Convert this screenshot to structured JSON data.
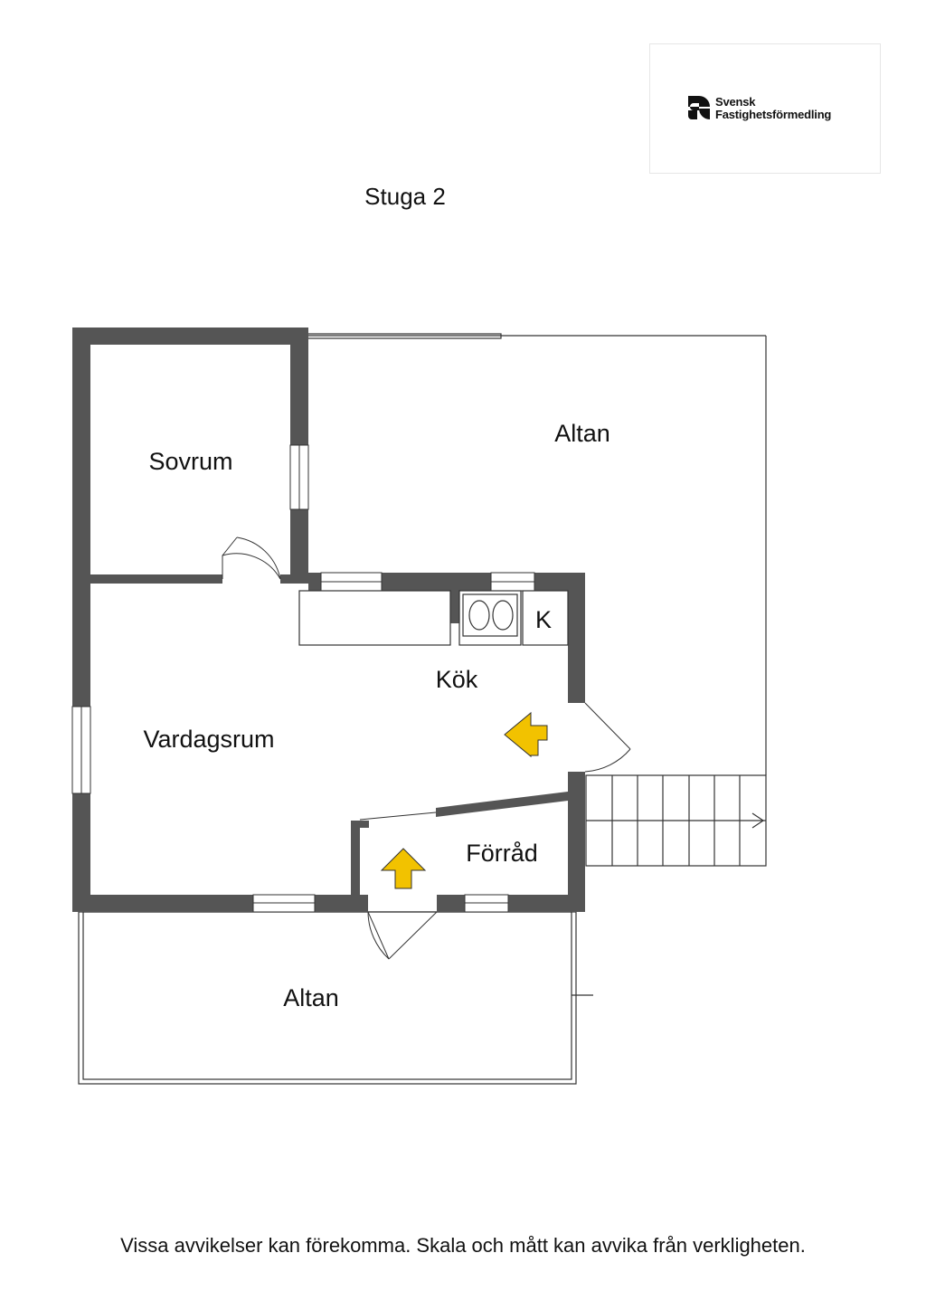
{
  "logo": {
    "line1": "Svensk",
    "line2": "Fastighetsförmedling",
    "icon": "sf-logo-icon"
  },
  "title": "Stuga 2",
  "rooms": {
    "sovrum": "Sovrum",
    "altan_top": "Altan",
    "kok": "Kök",
    "vardagsrum": "Vardagsrum",
    "forrad": "Förråd",
    "altan_bottom": "Altan",
    "fridge": "K"
  },
  "colors": {
    "wall": "#555555",
    "arrow": "#f2c200",
    "line": "#333333"
  },
  "footer": "Vissa avvikelser kan förekomma. Skala och mått kan avvika från verkligheten."
}
